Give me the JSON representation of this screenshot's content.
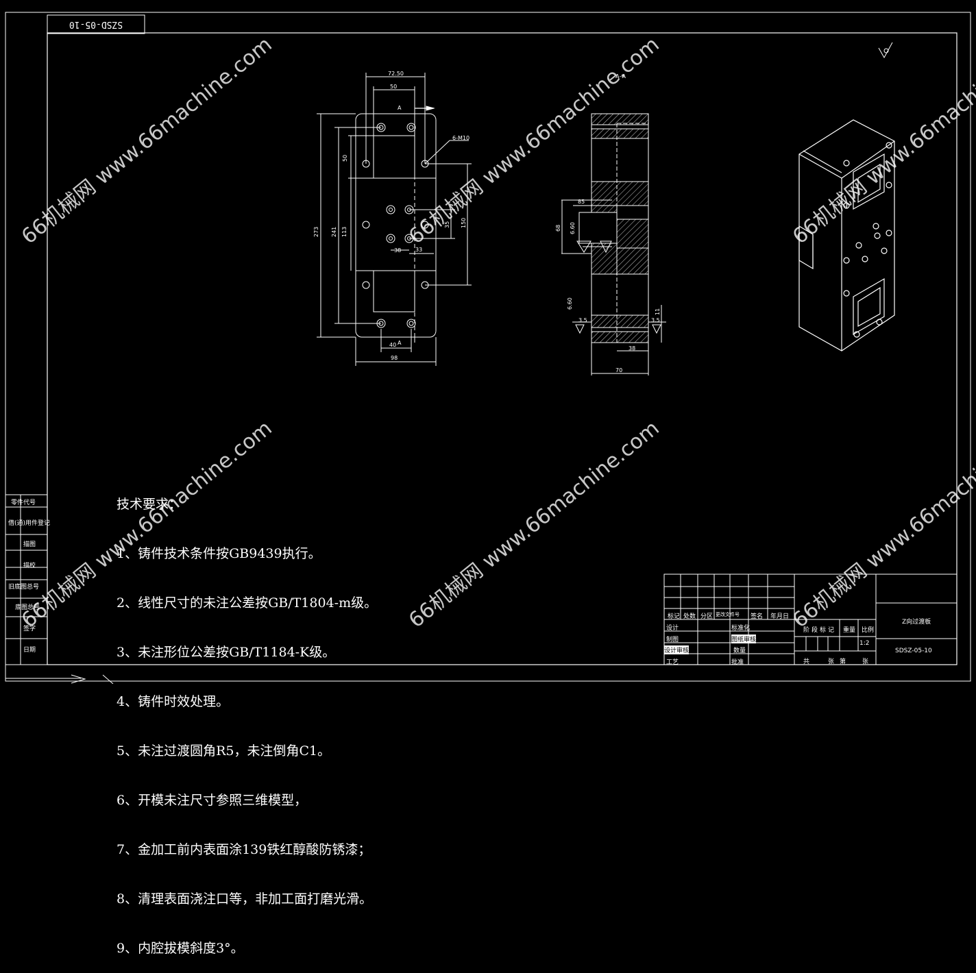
{
  "drawing_code_top": "SZSD-05-10",
  "section_label": "A–A",
  "view_marker": "A",
  "hole_callout": "6-M10",
  "dimensions": {
    "front": [
      "72.50",
      "50",
      "273",
      "241",
      "113",
      "50",
      "35",
      "150",
      "33",
      "38",
      "40",
      "98"
    ],
    "section": [
      "85",
      "68",
      "6.60",
      "6.60",
      "3.5",
      "3.5",
      "11",
      "38",
      "70"
    ]
  },
  "tech_requirements": {
    "heading": "技术要求：",
    "items": [
      "1、铸件技术条件按GB9439执行。",
      "2、线性尺寸的未注公差按GB/T1804-m级。",
      "3、未注形位公差按GB/T1184-K级。",
      "4、铸件时效处理。",
      "5、未注过渡圆角R5，未注倒角C1。",
      "6、开模未注尺寸参照三维模型，",
      "7、金加工前内表面涂139铁红醇酸防锈漆；",
      "8、清理表面浇注口等，非加工面打磨光滑。",
      "9、内腔拔模斜度3°。"
    ]
  },
  "left_column": [
    "零件代号",
    "借(通)用件登记",
    "描图",
    "描校",
    "旧底图总号",
    "底图总号",
    "签字",
    "日期"
  ],
  "title_block": {
    "header_row": [
      "标记",
      "处数",
      "分区",
      "更改文件号",
      "签名",
      "年月日"
    ],
    "design": "设计",
    "standardization": "标准化",
    "drawing": "制图",
    "process_review": "图纸审核",
    "quality": "设计审核",
    "quantity": "数量",
    "craft": "工艺",
    "approve": "批准",
    "stage_label": "阶段标记",
    "weight_label": "重量",
    "scale_label": "比例",
    "scale_value": "1:2",
    "sheet_total": "共",
    "sheet_unit": "张",
    "sheet_no": "第",
    "sheet_unit2": "张",
    "part_name": "Z向过渡板",
    "drawing_code": "SDSZ-05-10"
  },
  "watermark": "66机械网 www.66machine.com"
}
